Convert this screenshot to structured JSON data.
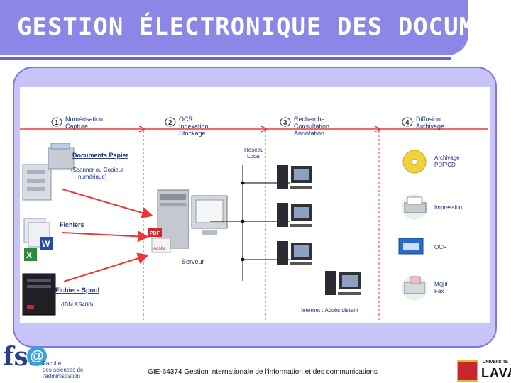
{
  "slide": {
    "title": "GESTION ÉLECTRONIQUE DES DOCUMENTS",
    "footer": "GIE-64374 Gestion internationale de l'information et des communications"
  },
  "logos": {
    "fsa_mark": "fsa",
    "fsa_at": "@",
    "fsa_name_lines": [
      "Faculté",
      "des sciences de",
      "l'administration"
    ],
    "ul_small": "UNIVERSITÉ",
    "ul_big": "LAVAL"
  },
  "diagram": {
    "steps": [
      {
        "num": "1",
        "lines": [
          "Numérisation",
          "Capture"
        ]
      },
      {
        "num": "2",
        "lines": [
          "OCR",
          "Indexation",
          "Stockage"
        ]
      },
      {
        "num": "3",
        "lines": [
          "Recherche",
          "Consultation",
          "Annotation"
        ]
      },
      {
        "num": "4",
        "lines": [
          "Diffusion",
          "Archivage"
        ]
      }
    ],
    "sources": {
      "papier": "Documents Papier",
      "papier_note": [
        "(Scanner ou Copieur",
        "numérique)"
      ],
      "fichiers": "Fichiers",
      "spool": "Fichiers Spool",
      "spool_note": "(IBM AS400)"
    },
    "server": {
      "label": "Serveur",
      "pdf_tag": "PDF",
      "adobe_tag": "Adobe"
    },
    "network": {
      "label_lines": [
        "Réseau",
        "Local"
      ],
      "internet": "Internet : Accès distant"
    },
    "outputs": [
      {
        "icon": "cd-icon",
        "lines": [
          "Archivage",
          "PDF/CD"
        ]
      },
      {
        "icon": "printer-icon",
        "lines": [
          "Impression"
        ]
      },
      {
        "icon": "ocr-software-icon",
        "lines": [
          "OCR"
        ]
      },
      {
        "icon": "mail-fax-icon",
        "lines": [
          "M@il",
          "Fax"
        ]
      }
    ],
    "colors": {
      "accent": "#e8383a",
      "text": "#1c2f80",
      "frame": "#c8c4f7",
      "band": "#8c87e6"
    }
  }
}
